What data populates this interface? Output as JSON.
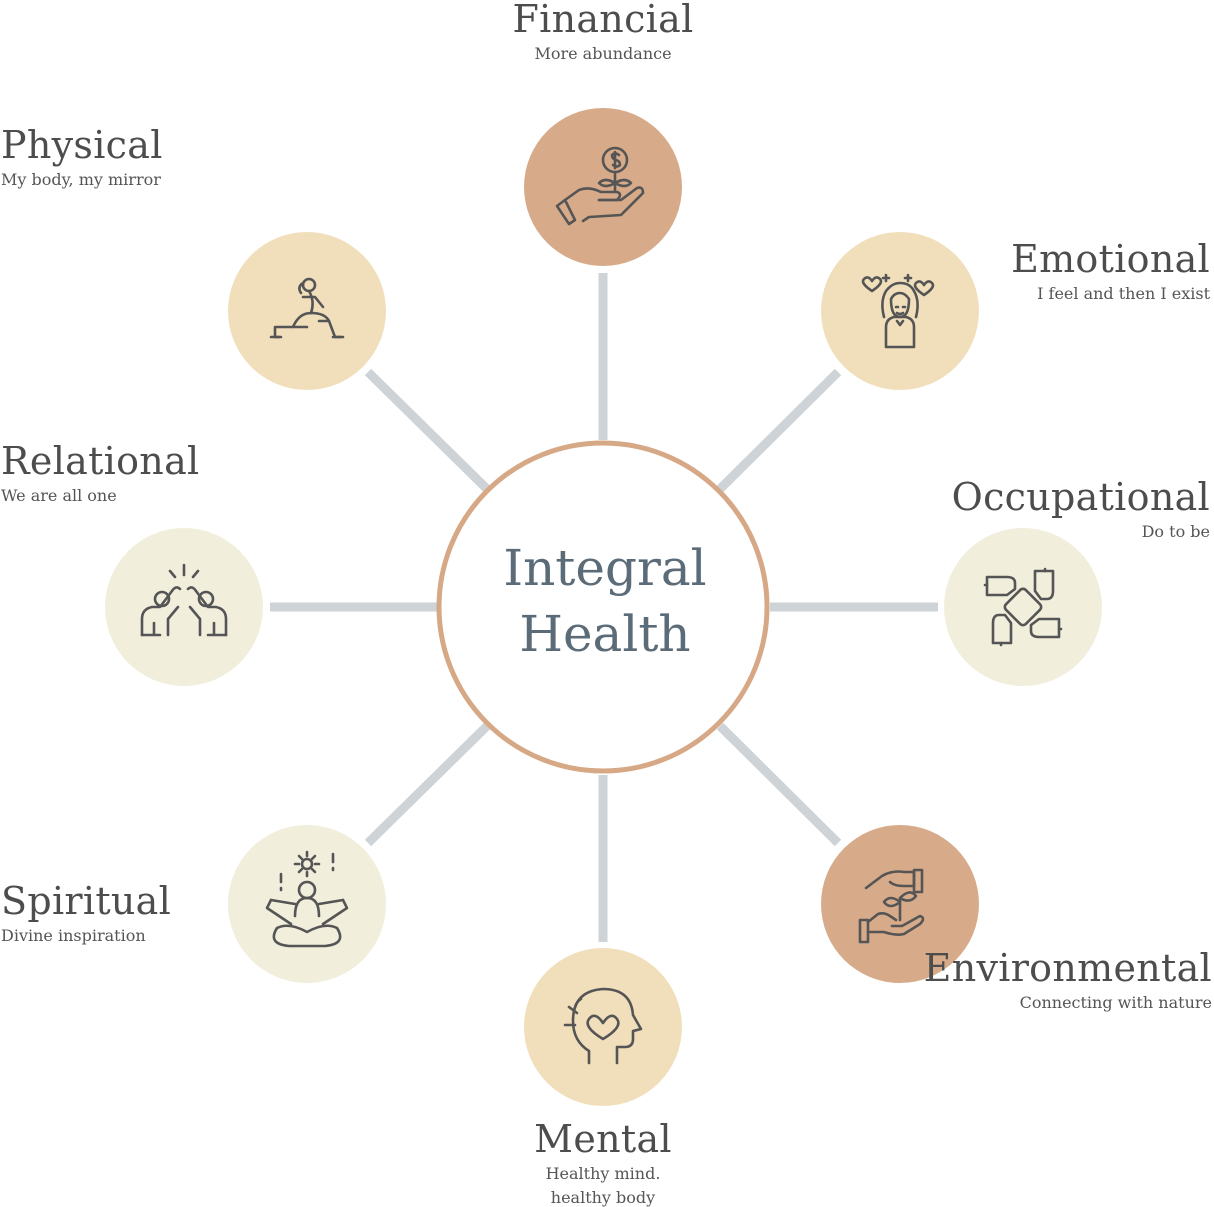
{
  "center": {
    "line1": "Integral",
    "line2": "Health"
  },
  "colors": {
    "spoke": "#cdd3d6",
    "center_ring": "#d6a886",
    "node_terracotta": "#d7ab89",
    "node_sand": "#f1dfbc",
    "node_cream": "#f1eedc",
    "icon_stroke": "#555555"
  },
  "nodes": [
    {
      "id": "financial",
      "title": "Financial",
      "subtitle": "More abundance",
      "icon": "money-plant-hand-icon",
      "fill": "terracotta"
    },
    {
      "id": "emotional",
      "title": "Emotional",
      "subtitle": "I feel and then I exist",
      "icon": "woman-hearts-icon",
      "fill": "sand"
    },
    {
      "id": "occupational",
      "title": "Occupational",
      "subtitle": "Do to be",
      "icon": "teamwork-hands-icon",
      "fill": "cream"
    },
    {
      "id": "environmental",
      "title": "Environmental",
      "subtitle": "Connecting with nature",
      "icon": "hands-sprout-icon",
      "fill": "terracotta"
    },
    {
      "id": "mental",
      "title": "Mental",
      "subtitle_line1": "Healthy mind.",
      "subtitle_line2": "healthy body",
      "icon": "head-heart-icon",
      "fill": "sand"
    },
    {
      "id": "spiritual",
      "title": "Spiritual",
      "subtitle": "Divine inspiration",
      "icon": "meditation-icon",
      "fill": "cream"
    },
    {
      "id": "relational",
      "title": "Relational",
      "subtitle": "We are all one",
      "icon": "high-five-icon",
      "fill": "cream"
    },
    {
      "id": "physical",
      "title": "Physical",
      "subtitle": "My body, my mirror",
      "icon": "lunge-exercise-icon",
      "fill": "sand"
    }
  ]
}
